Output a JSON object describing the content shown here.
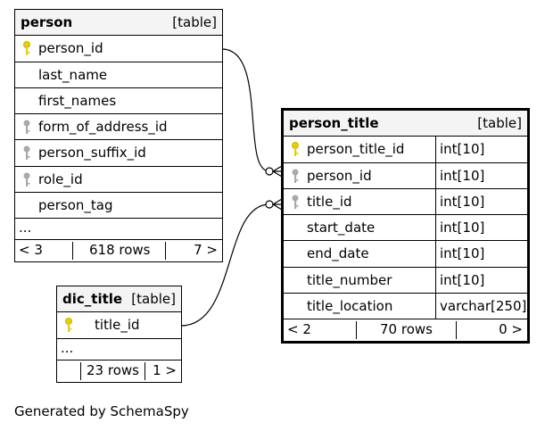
{
  "tables": {
    "person": {
      "name": "person",
      "type": "[table]",
      "columns": [
        {
          "name": "person_id",
          "key": "primary"
        },
        {
          "name": "last_name",
          "key": "none"
        },
        {
          "name": "first_names",
          "key": "none"
        },
        {
          "name": "form_of_address_id",
          "key": "foreign"
        },
        {
          "name": "person_suffix_id",
          "key": "foreign"
        },
        {
          "name": "role_id",
          "key": "foreign"
        },
        {
          "name": "person_tag",
          "key": "none"
        }
      ],
      "more": "...",
      "footer": {
        "parents": "< 3",
        "rows": "618 rows",
        "children": "7 >"
      }
    },
    "dic_title": {
      "name": "dic_title",
      "type": "[table]",
      "columns": [
        {
          "name": "title_id",
          "key": "primary"
        }
      ],
      "more": "...",
      "footer": {
        "parents": "",
        "rows": "23 rows",
        "children": "1 >"
      }
    },
    "person_title": {
      "name": "person_title",
      "type": "[table]",
      "columns": [
        {
          "name": "person_title_id",
          "type": "int[10]",
          "key": "primary"
        },
        {
          "name": "person_id",
          "type": "int[10]",
          "key": "foreign"
        },
        {
          "name": "title_id",
          "type": "int[10]",
          "key": "foreign"
        },
        {
          "name": "start_date",
          "type": "int[10]",
          "key": "none"
        },
        {
          "name": "end_date",
          "type": "int[10]",
          "key": "none"
        },
        {
          "name": "title_number",
          "type": "int[10]",
          "key": "none"
        },
        {
          "name": "title_location",
          "type": "varchar[250]",
          "key": "none"
        }
      ],
      "footer": {
        "parents": "< 2",
        "rows": "70 rows",
        "children": "0 >"
      }
    }
  },
  "relationships": [
    {
      "from": "person.person_id",
      "to": "person_title.person_id"
    },
    {
      "from": "dic_title.title_id",
      "to": "person_title.title_id"
    }
  ],
  "colors": {
    "primary_key": "#e8d000",
    "foreign_key": "#a9a9a9",
    "header_bg": "#f4f4f4"
  },
  "generated_by": "Generated by SchemaSpy"
}
